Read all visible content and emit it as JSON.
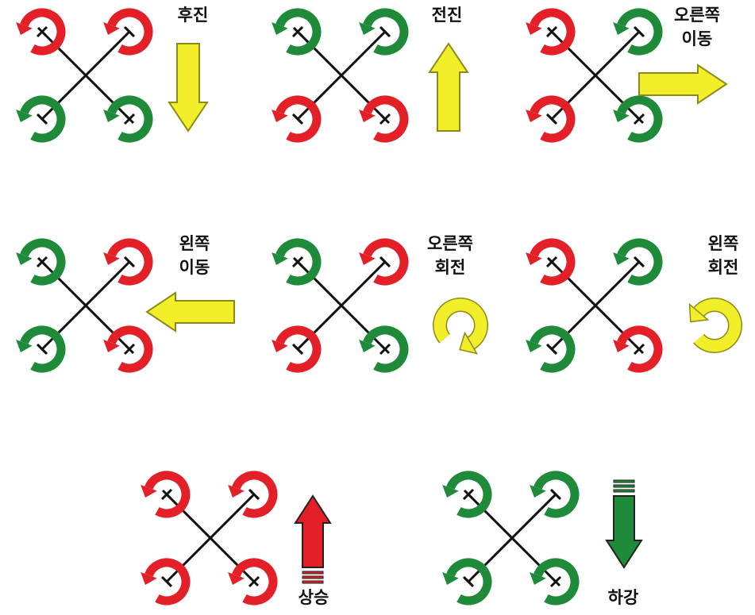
{
  "colors": {
    "red": "#e32028",
    "green": "#1f8a3a",
    "yellow": "#f2ee2a",
    "yellow_stroke": "#8a8a1a",
    "arrow_red": "#e32028",
    "arrow_green": "#1f8a3a",
    "frame": "#111111"
  },
  "panels": [
    {
      "id": "backward",
      "label_lines": [
        "후진"
      ],
      "rotors": [
        "red",
        "red",
        "green",
        "green"
      ],
      "indicator": "arrow-down"
    },
    {
      "id": "forward",
      "label_lines": [
        "전진"
      ],
      "rotors": [
        "green",
        "green",
        "red",
        "red"
      ],
      "indicator": "arrow-up"
    },
    {
      "id": "move-right",
      "label_lines": [
        "오른쪽",
        "이동"
      ],
      "rotors": [
        "red",
        "green",
        "red",
        "green"
      ],
      "indicator": "arrow-right"
    },
    {
      "id": "move-left",
      "label_lines": [
        "왼쪽",
        "이동"
      ],
      "rotors": [
        "green",
        "red",
        "green",
        "red"
      ],
      "indicator": "arrow-left"
    },
    {
      "id": "rotate-right",
      "label_lines": [
        "오른쪽",
        "회전"
      ],
      "rotors": [
        "green",
        "red",
        "red",
        "green"
      ],
      "indicator": "rotate-cw"
    },
    {
      "id": "rotate-left",
      "label_lines": [
        "왼쪽",
        "회전"
      ],
      "rotors": [
        "red",
        "green",
        "green",
        "red"
      ],
      "indicator": "rotate-ccw"
    },
    {
      "id": "ascend",
      "label_lines": [
        "상승"
      ],
      "rotors": [
        "red",
        "red",
        "red",
        "red"
      ],
      "indicator": "arrow-up-lines"
    },
    {
      "id": "descend",
      "label_lines": [
        "하강"
      ],
      "rotors": [
        "green",
        "green",
        "green",
        "green"
      ],
      "indicator": "arrow-down-lines"
    }
  ]
}
